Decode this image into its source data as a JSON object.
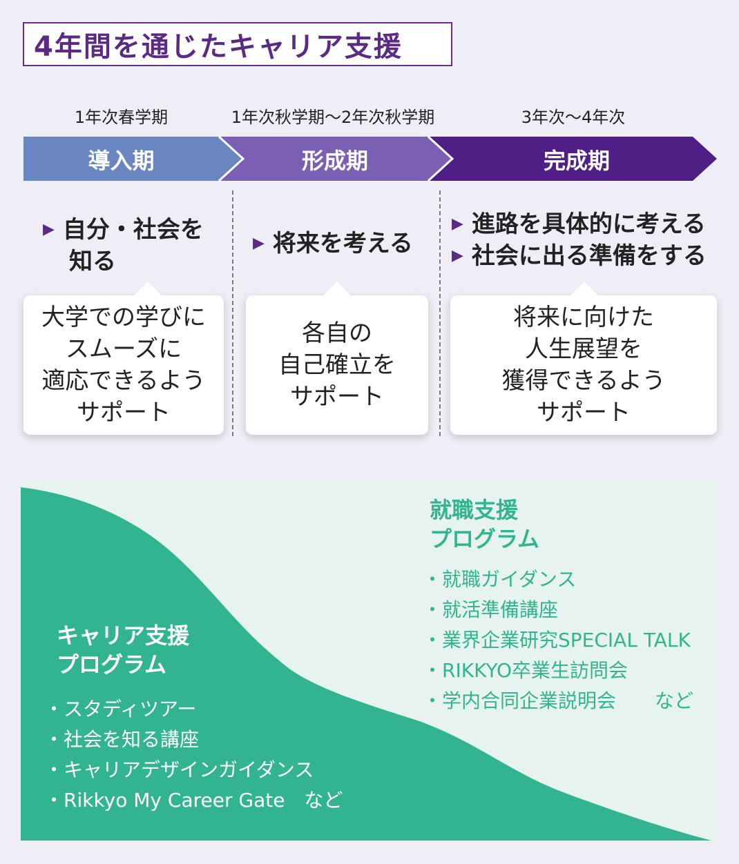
{
  "title": "4年間を通じたキャリア支援",
  "colors": {
    "accent_purple": "#5b2a84",
    "phase1": "#6a86c0",
    "phase2": "#7b5fb3",
    "phase3": "#4f1f86",
    "green": "#32b491",
    "pale_green": "#e6f3ef"
  },
  "phases": [
    {
      "period": "1年次春学期",
      "name": "導入期",
      "goals": [
        "自分・社会を",
        "知る"
      ],
      "support": [
        "大学での学びに",
        "スムーズに",
        "適応できるよう",
        "サポート"
      ]
    },
    {
      "period": "1年次秋学期〜2年次秋学期",
      "name": "形成期",
      "goals": [
        "将来を考える"
      ],
      "support": [
        "各自の",
        "自己確立を",
        "サポート"
      ]
    },
    {
      "period": "3年次〜4年次",
      "name": "完成期",
      "goals": [
        "進路を具体的に考える",
        "社会に出る準備をする"
      ],
      "support": [
        "将来に向けた",
        "人生展望を",
        "獲得できるよう",
        "サポート"
      ]
    }
  ],
  "career_program": {
    "heading": [
      "キャリア支援",
      "プログラム"
    ],
    "items": [
      "・スタディツアー",
      "・社会を知る講座",
      "・キャリアデザインガイダンス",
      "・Rikkyo My Career Gate　など"
    ]
  },
  "job_program": {
    "heading": [
      "就職支援",
      "プログラム"
    ],
    "items": [
      "・就職ガイダンス",
      "・就活準備講座",
      "・業界企業研究SPECIAL TALK",
      "・RIKKYO卒業生訪問会",
      "・学内合同企業説明会　　など"
    ]
  }
}
